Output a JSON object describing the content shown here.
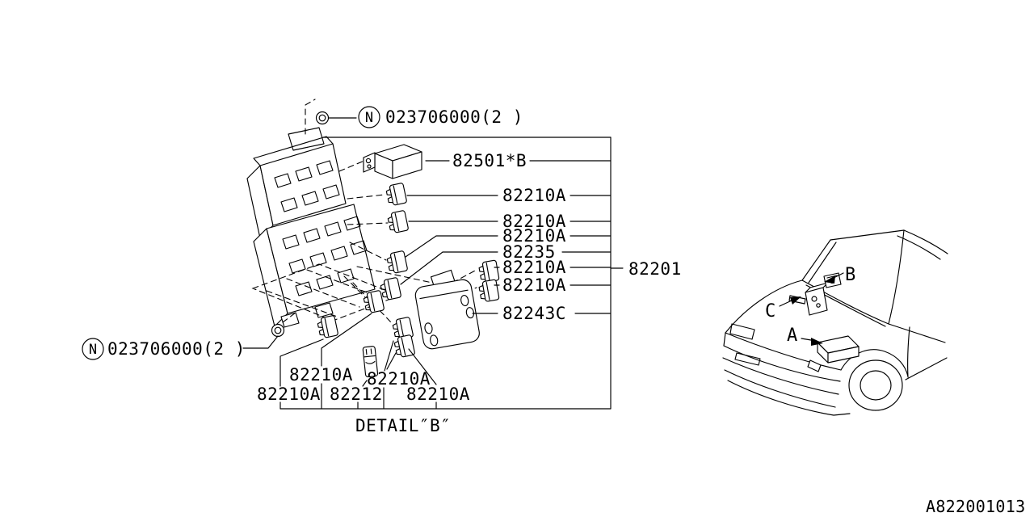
{
  "page": {
    "background": "#ffffff",
    "ink": "#000000",
    "footer_code": "A822001013"
  },
  "callouts": {
    "fastener_top": {
      "symbol": "N",
      "part_no": "023706000(2 )"
    },
    "fastener_left": {
      "symbol": "N",
      "part_no": "023706000(2 )"
    },
    "assembly": {
      "part_no": "82201"
    },
    "right_column": [
      {
        "part_no": "82501*B"
      },
      {
        "part_no": "82210A"
      },
      {
        "part_no": "82210A"
      },
      {
        "part_no": "82210A"
      },
      {
        "part_no": "82235"
      },
      {
        "part_no": "82210A"
      },
      {
        "part_no": "82210A"
      },
      {
        "part_no": "82243C"
      }
    ],
    "detail_b": {
      "upper_row": [
        {
          "part_no": "82210A"
        },
        {
          "part_no": "82210A"
        }
      ],
      "lower_row": [
        {
          "part_no": "82210A"
        },
        {
          "part_no": "82212"
        },
        {
          "part_no": "82210A"
        }
      ],
      "caption": "DETAIL″B″"
    },
    "vehicle_view": {
      "locators": [
        {
          "label": "B"
        },
        {
          "label": "C"
        },
        {
          "label": "A"
        }
      ]
    }
  }
}
